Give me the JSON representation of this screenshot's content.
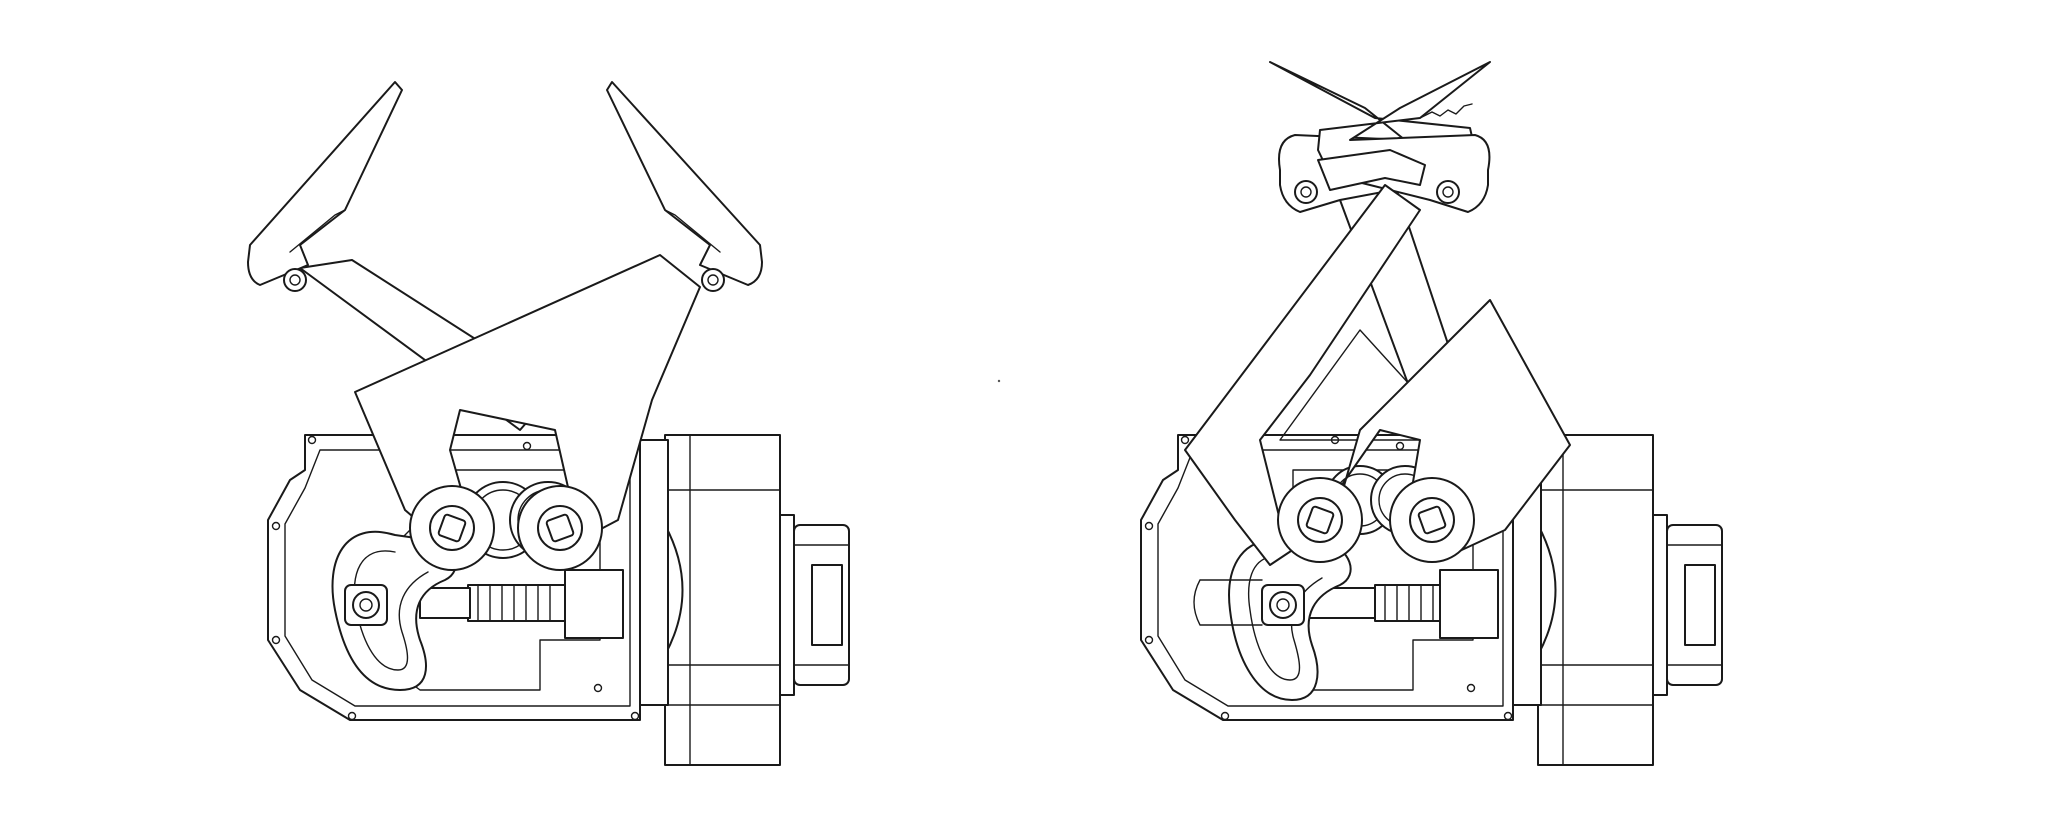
{
  "figure": {
    "background": "#ffffff",
    "line_color": "#1a1a1a",
    "views": [
      {
        "id": "gripper-open",
        "state": "open",
        "parts": [
          "jaw-finger-left",
          "jaw-finger-right",
          "crossing-link-arm",
          "gear-pair",
          "pivot-bolts",
          "lead-screw",
          "cam-slot-lever",
          "housing",
          "actuator-motor",
          "cable-connector"
        ]
      },
      {
        "id": "gripper-closed",
        "state": "closed",
        "parts": [
          "jaw-finger-left",
          "jaw-finger-right",
          "crossing-link-arm",
          "gear-pair",
          "pivot-bolts",
          "lead-screw",
          "cam-slot-lever",
          "housing",
          "actuator-motor",
          "cable-connector"
        ]
      }
    ]
  }
}
